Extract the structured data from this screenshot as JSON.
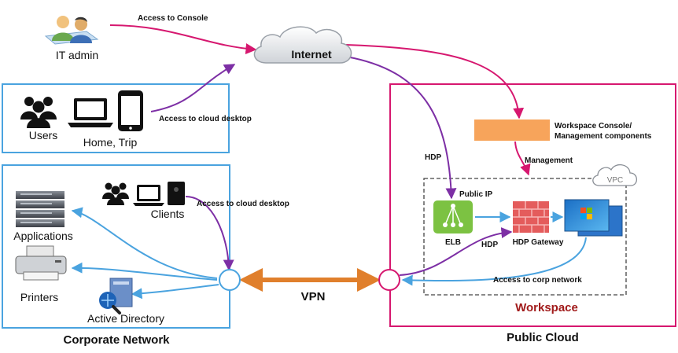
{
  "diagram": {
    "internet": {
      "label": "Internet"
    },
    "it_admin": {
      "label": "IT admin",
      "link_label": "Access  to Console"
    },
    "home_box": {
      "users_label": "Users",
      "devices_label": "Home, Trip",
      "link_label": "Access  to cloud desktop"
    },
    "corporate": {
      "title": "Corporate Network",
      "clients_label": "Clients",
      "clients_link_label": "Access  to cloud desktop",
      "applications_label": "Applications",
      "printers_label": "Printers",
      "ad_label": "Active Directory"
    },
    "vpn": {
      "label": "VPN"
    },
    "public_cloud": {
      "title": "Public Cloud",
      "workspace_label": "Workspace",
      "console_label_1": "Workspace Console/",
      "console_label_2": "Management  components",
      "management_label": "Management",
      "hdp_label_1": "HDP",
      "hdp_label_2": "HDP",
      "vpc_label": "VPC",
      "public_ip_label": "Public  IP",
      "elb_label": "ELB",
      "gateway_label": "HDP Gateway",
      "corp_link_label": "Access  to corp network"
    },
    "colors": {
      "magenta": "#d6176f",
      "purple": "#7d2fa5",
      "blue": "#4aa3df",
      "orange": "#e07f2c",
      "console_bar": "#f7a45b",
      "elb_green": "#7cc242",
      "firewall": "#e45c5c",
      "workspace_title": "#a11a1a"
    }
  }
}
